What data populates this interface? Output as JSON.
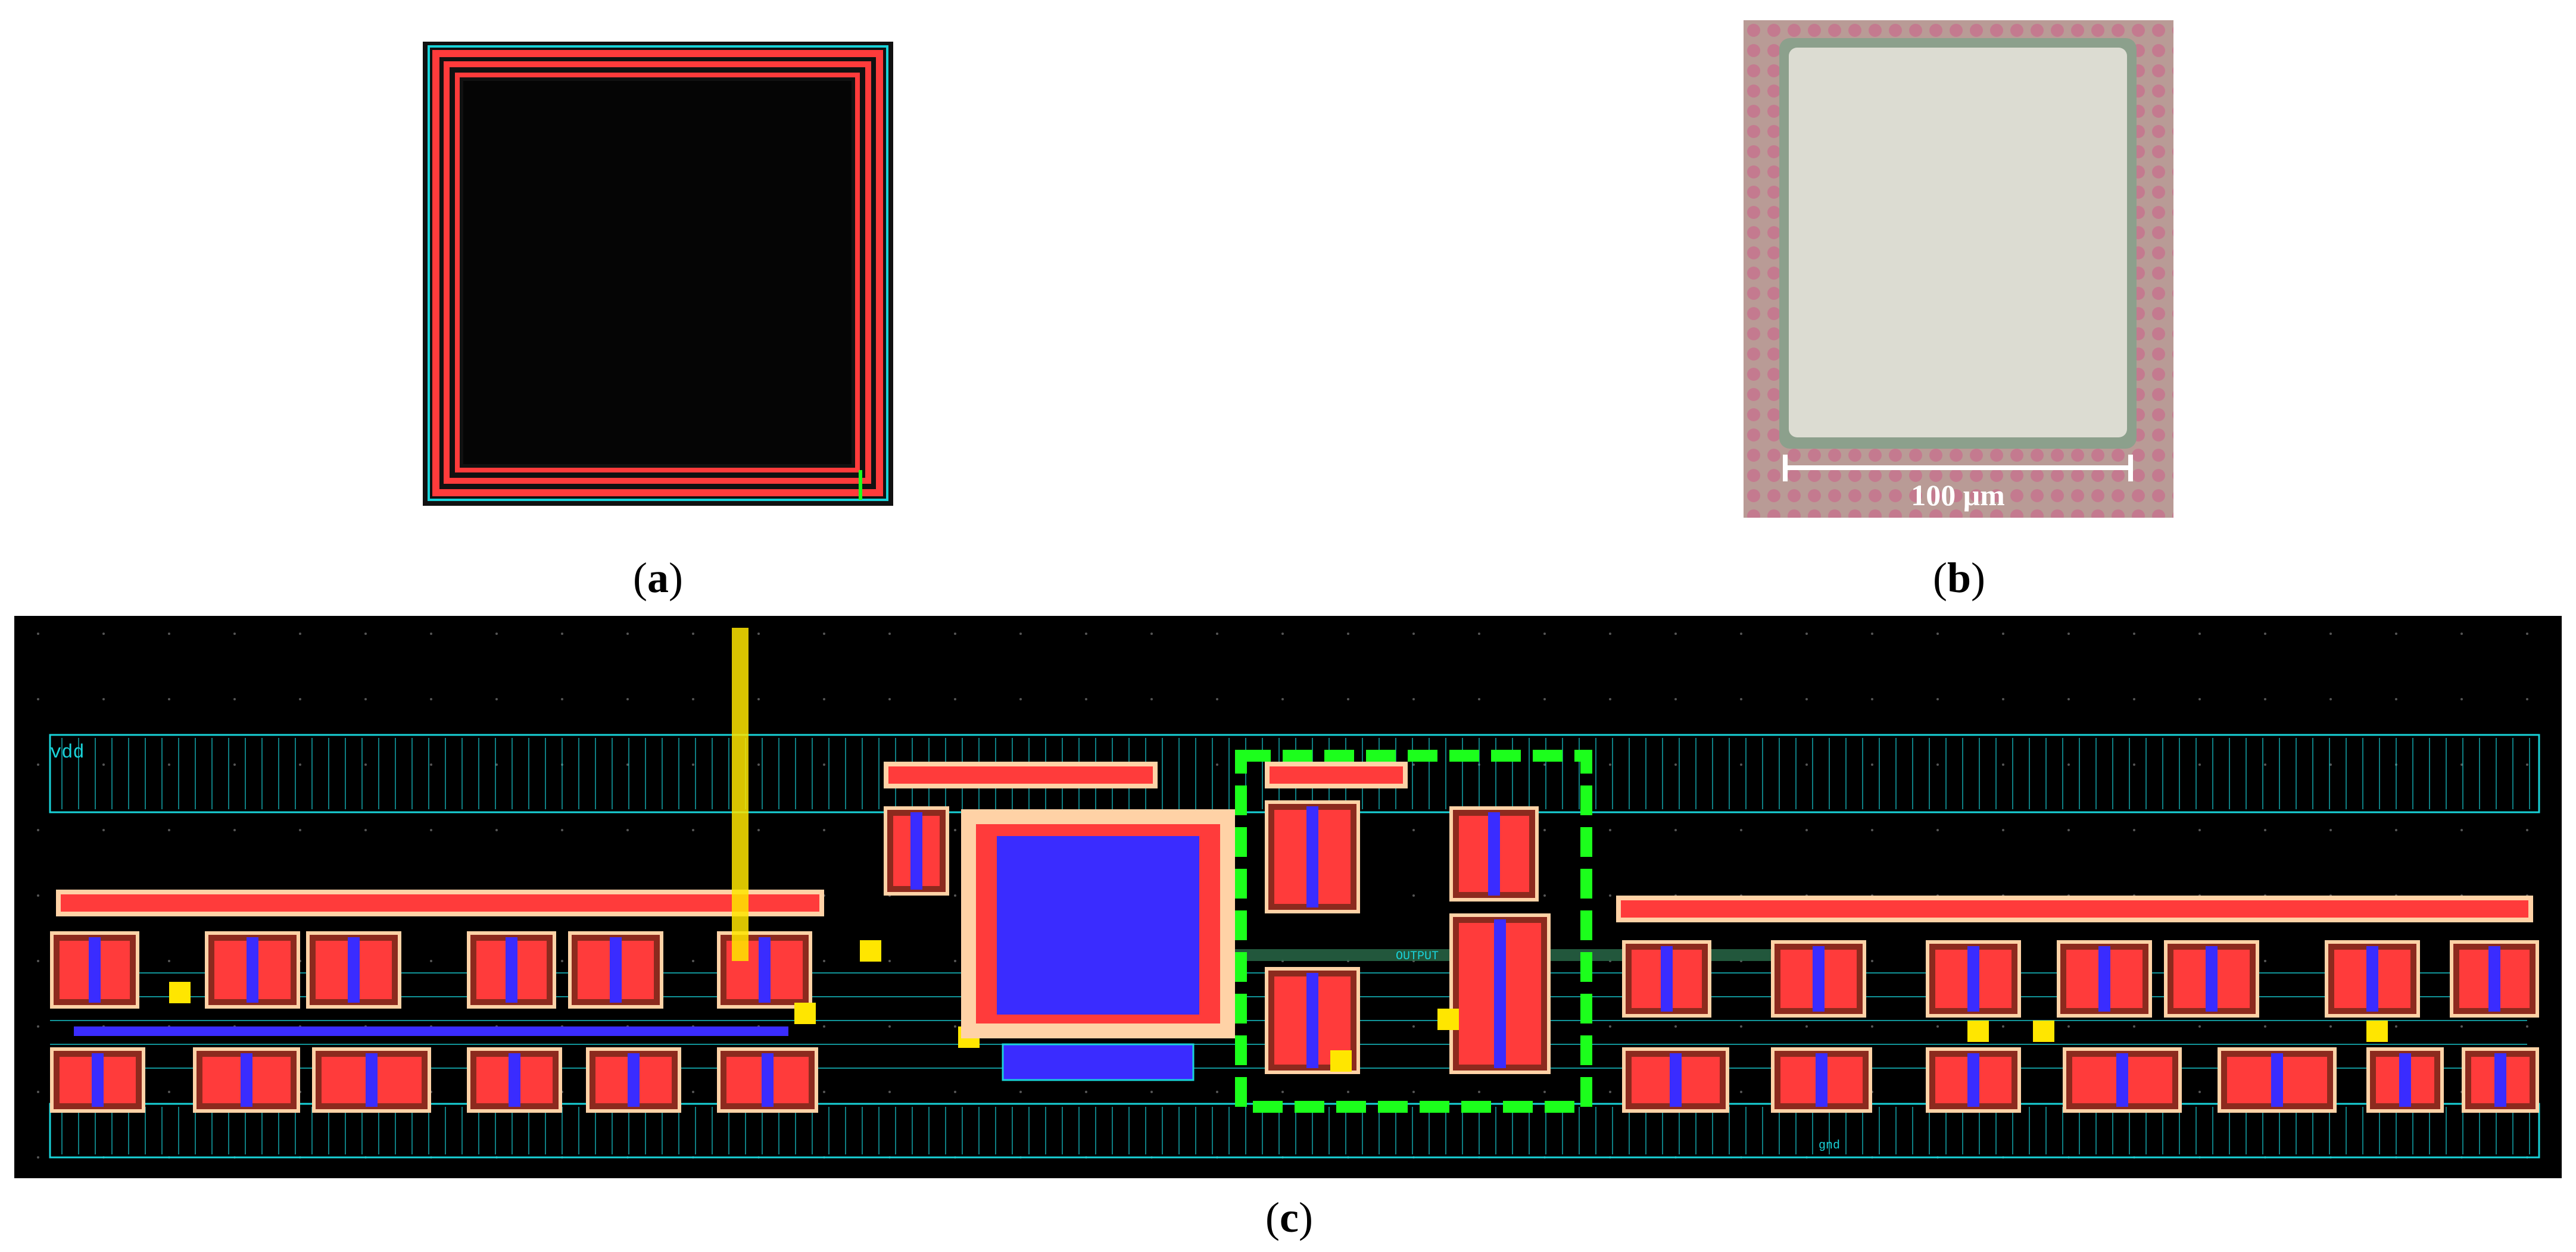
{
  "figure": {
    "panels": [
      {
        "id": "a",
        "label": "a",
        "description_kind": "layout-square-pad"
      },
      {
        "id": "b",
        "label": "b",
        "scale_bar_text": "100 μm"
      },
      {
        "id": "c",
        "label": "c",
        "net_labels": {
          "supply": "vdd",
          "output": "OUTPUT",
          "ground": "gnd"
        }
      }
    ],
    "colors": {
      "layout_bg": "#000000",
      "metal_red": "#ff3b3b",
      "cyan_wire": "#19d3d9",
      "poly_blue": "#3a2cff",
      "contact_yellow": "#ffe600",
      "outline_peach": "#ffd2a6",
      "highlight_green": "#1cff1c",
      "micro_bg": "#b99b96",
      "micro_pad": "#dcdcd2"
    }
  }
}
